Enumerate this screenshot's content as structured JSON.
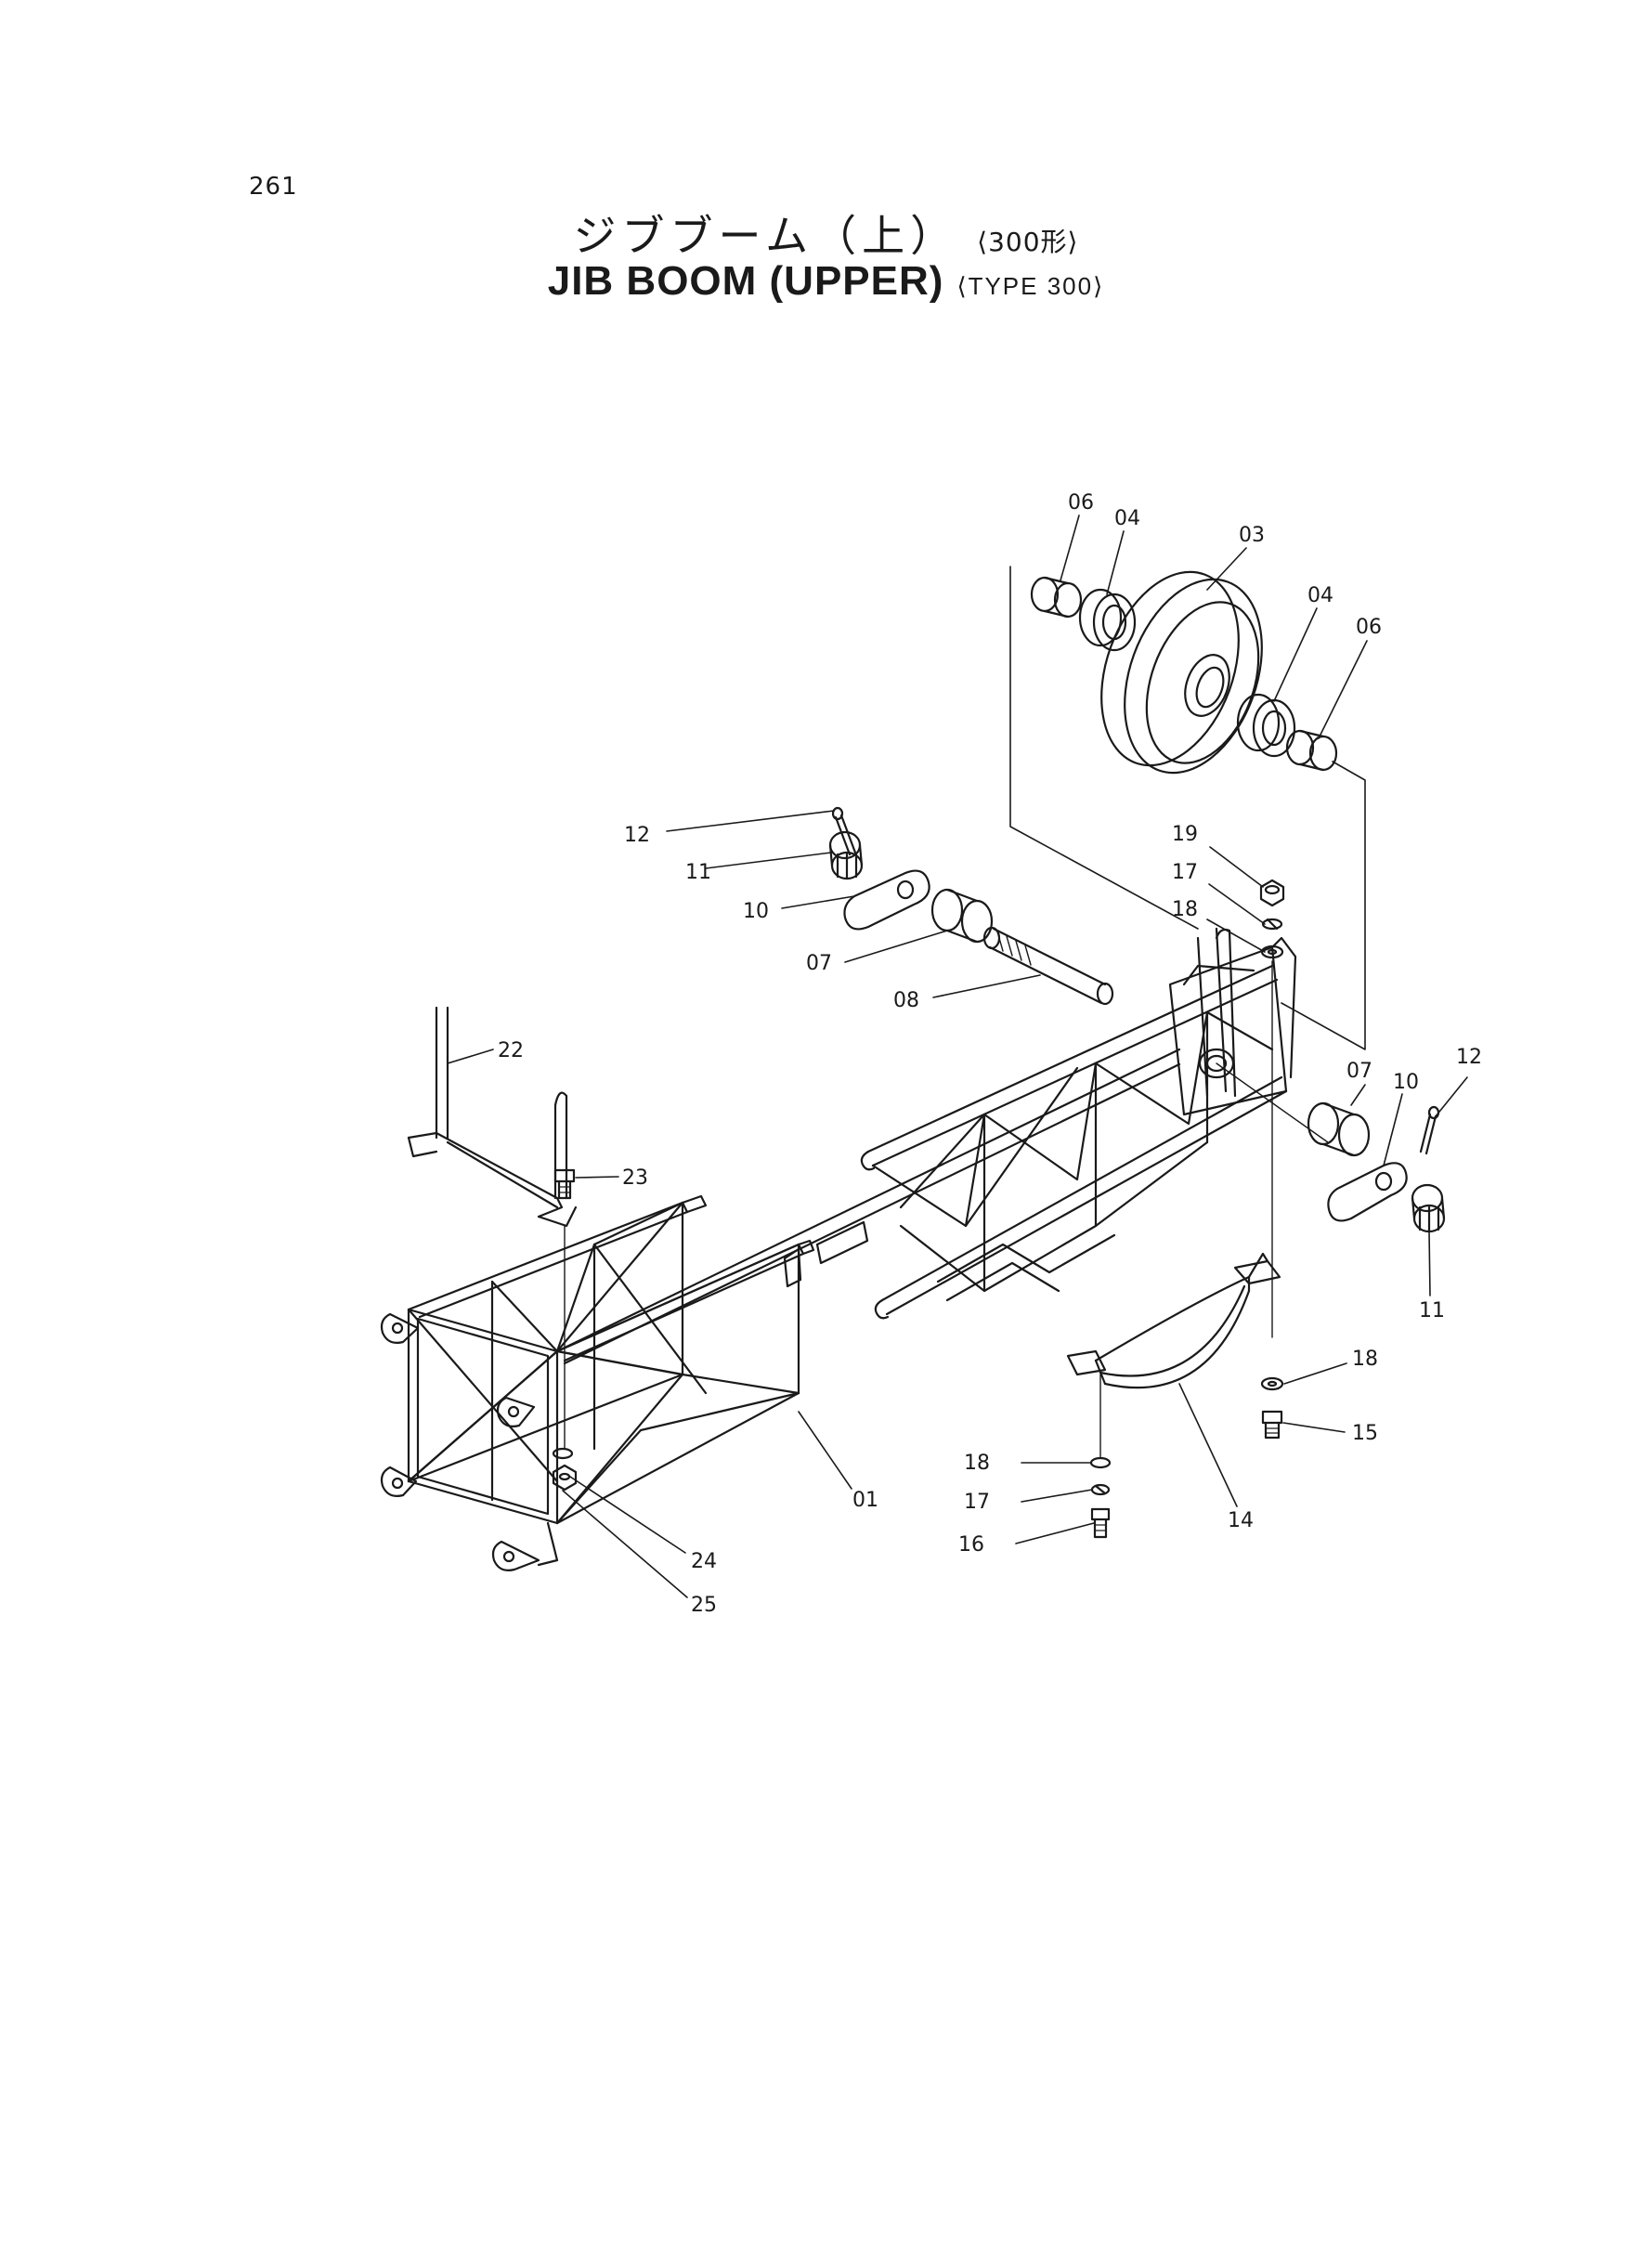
{
  "page_number": "261",
  "title_jp": "ジブブーム（上）",
  "title_jp_variant": "⟨300形⟩",
  "title_en": "JIB BOOM (UPPER)",
  "title_en_variant": "⟨TYPE 300⟩",
  "callouts": {
    "c06a": "06",
    "c04a": "04",
    "c03": "03",
    "c04b": "04",
    "c06b": "06",
    "c12a": "12",
    "c11a": "11",
    "c10a": "10",
    "c07a": "07",
    "c08": "08",
    "c19": "19",
    "c17a": "17",
    "c18a": "18",
    "c22": "22",
    "c23": "23",
    "c07b": "07",
    "c10b": "10",
    "c12b": "12",
    "c11b": "11",
    "c18b": "18",
    "c15": "15",
    "c18c": "18",
    "c17b": "17",
    "c16": "16",
    "c14": "14",
    "c01": "01",
    "c24": "24",
    "c25": "25"
  },
  "colors": {
    "ink": "#1a1a1a",
    "paper": "#ffffff"
  }
}
